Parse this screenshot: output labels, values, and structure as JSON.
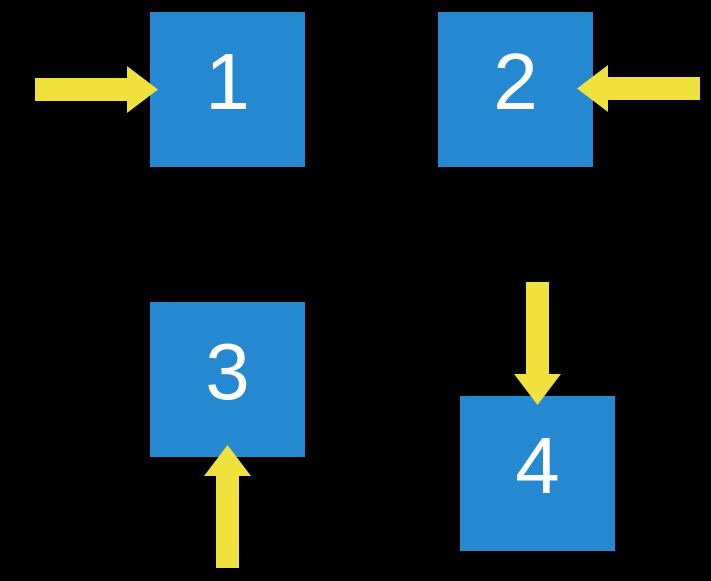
{
  "colors": {
    "background": "#000000",
    "square_fill": "#2589d1",
    "arrow_fill": "#f0e13c",
    "number_color": "#ffffff"
  },
  "squares": [
    {
      "number": "1",
      "arrow_direction": "right",
      "arrow_side": "left"
    },
    {
      "number": "2",
      "arrow_direction": "left",
      "arrow_side": "right"
    },
    {
      "number": "3",
      "arrow_direction": "up",
      "arrow_side": "bottom"
    },
    {
      "number": "4",
      "arrow_direction": "down",
      "arrow_side": "top"
    }
  ]
}
